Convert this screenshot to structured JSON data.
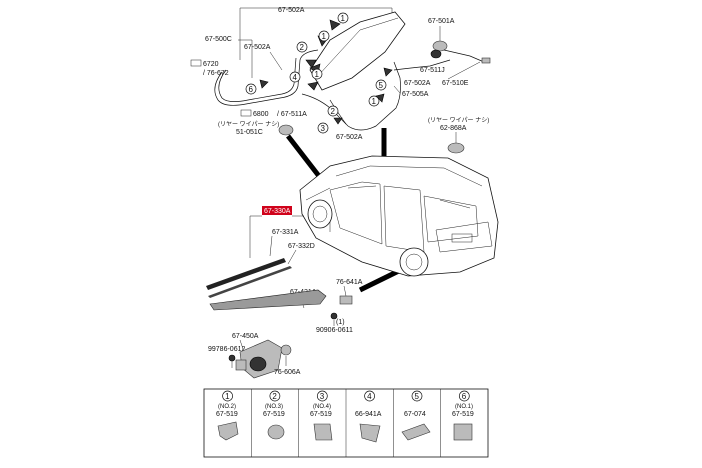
{
  "labels": {
    "hose_top": "67-502A",
    "hose_left_top": "67-500C",
    "hose_left_mid": "67-502A",
    "ref_6720": "6720",
    "ref_76672": "/ 76-672",
    "ref_6800": "6800",
    "ref_67511A": "/ 67-511A",
    "hose_bottom": "67-502A",
    "nozzle_right": "67-501A",
    "right_511j": "67-511J",
    "right_502a": "67-502A",
    "right_510e": "67-510E",
    "right_505a": "67-505A",
    "cap_left_jp": "(リヤー ワイパー ナシ)",
    "cap_left_pn": "51-051C",
    "cap_right_jp": "(リヤー ワイパー ナシ)",
    "cap_right_pn": "62-868A",
    "blade_assy": "67-330A",
    "blade": "67-331A",
    "rubber": "67-332D",
    "arm": "67-421A",
    "cap_arm": "76-641A",
    "note_1": "(1)",
    "bolt": "90906-0611",
    "motor": "67-450A",
    "motor_bolt": "99786-0612",
    "grommet": "76-606A"
  },
  "callouts": {
    "c1": "1",
    "c2": "2",
    "c3": "3",
    "c4": "4",
    "c5": "5",
    "c6": "6"
  },
  "legend": [
    {
      "num": "1",
      "note": "(NO.2)",
      "part": "67-519"
    },
    {
      "num": "2",
      "note": "(NO.3)",
      "part": "67-519"
    },
    {
      "num": "3",
      "note": "(NO.4)",
      "part": "67-519"
    },
    {
      "num": "4",
      "note": "",
      "part": "66-941A"
    },
    {
      "num": "5",
      "note": "",
      "part": "67-074"
    },
    {
      "num": "6",
      "note": "(NO.1)",
      "part": "67-519"
    }
  ]
}
